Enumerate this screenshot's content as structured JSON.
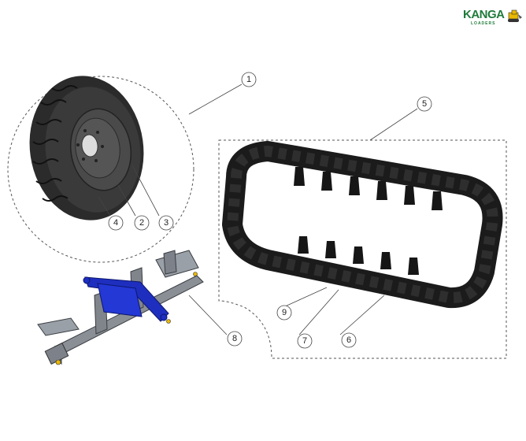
{
  "logo": {
    "brand": "KANGA",
    "subtitle": "LOADERS",
    "brand_color": "#1f7a3a",
    "accent": "#e9b800"
  },
  "callouts": [
    "1",
    "2",
    "3",
    "4",
    "5",
    "6",
    "7",
    "8",
    "9"
  ],
  "colors": {
    "tire": "#2a2a2a",
    "track": "#1c1c1c",
    "frame": "#8a8f96",
    "lever": "#1e2fbf"
  }
}
